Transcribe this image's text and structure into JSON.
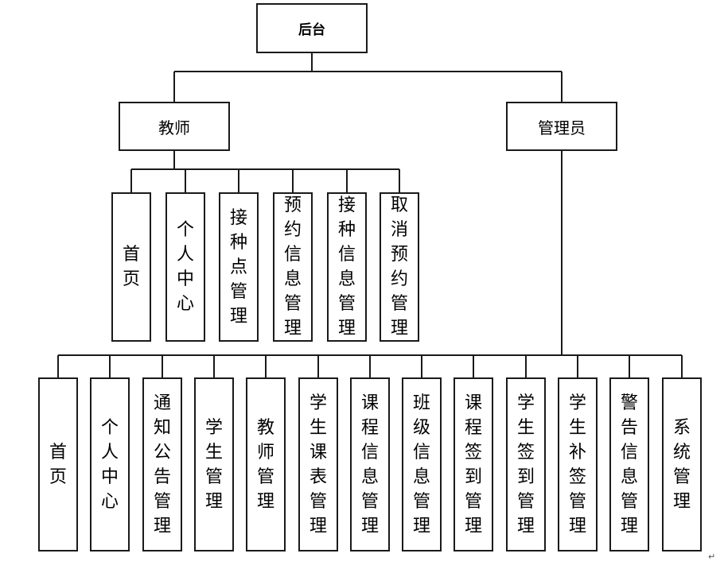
{
  "root": {
    "label": "后台"
  },
  "roles": [
    {
      "label": "教师",
      "items": [
        "首页",
        "个人中心",
        "接种点管理",
        "预约信息管理",
        "接种信息管理",
        "取消预约管理"
      ]
    },
    {
      "label": "管理员",
      "items": [
        "首页",
        "个人中心",
        "通知公告管理",
        "学生管理",
        "教师管理",
        "学生课表管理",
        "课程信息管理",
        "班级信息管理",
        "课程签到管理",
        "学生签到管理",
        "学生补签管理",
        "警告信息管理",
        "系统管理"
      ]
    }
  ],
  "footer_mark": "↵"
}
